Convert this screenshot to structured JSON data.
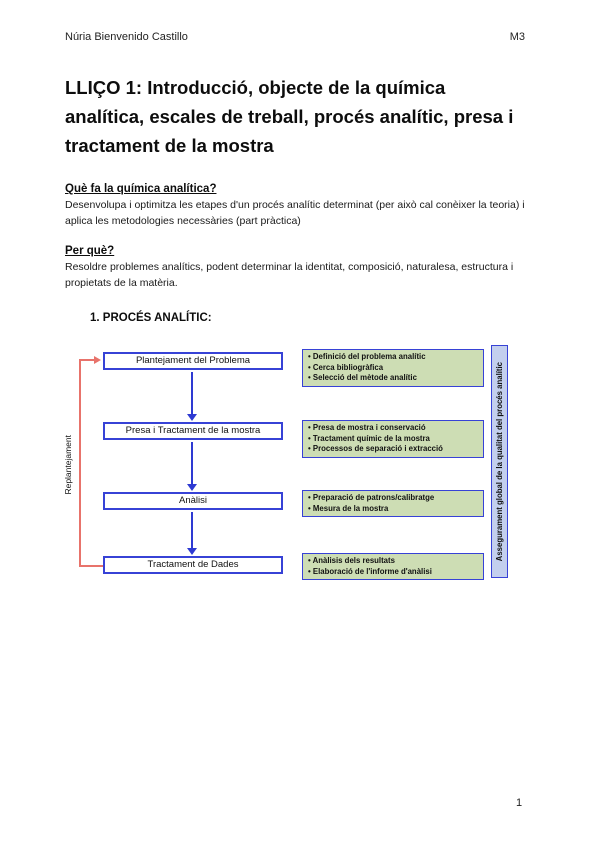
{
  "header": {
    "author": "Núria Bienvenido Castillo",
    "module": "M3"
  },
  "title": "LLIÇO 1: Introducció, objecte de la química analítica, escales de treball, procés analític, presa i tractament de la mostra",
  "sections": [
    {
      "heading": "Què fa la química analítica?",
      "body": "Desenvolupa i optimitza les etapes d'un procés analític determinat (per això cal conèixer la teoria) i aplica les metodologies necessàries (part pràctica)"
    },
    {
      "heading": "Per què?",
      "body": "Resoldre problemes analítics, podent determinar la identitat, composició, naturalesa, estructura i propietats de la matèria."
    }
  ],
  "list_heading": "1.  PROCÉS ANALÍTIC:",
  "diagram": {
    "feedback_label": "Replantejament",
    "quality_bar_label": "Assegurament global de la qualitat del procés analític",
    "steps": [
      {
        "box": "Plantejament del Problema",
        "details": [
          "Definició del problema analític",
          "Cerca bibliogràfica",
          "Selecció del mètode analític"
        ]
      },
      {
        "box": "Presa i Tractament de la mostra",
        "details": [
          "Presa de mostra i conservació",
          "Tractament químic de la mostra",
          "Processos de separació i extracció"
        ]
      },
      {
        "box": "Anàlisi",
        "details": [
          "Preparació de patrons/calibratge",
          "Mesura de la mostra"
        ]
      },
      {
        "box": "Tractament de Dades",
        "details": [
          "Anàlisis dels resultats",
          "Elaboració de l'informe d'anàlisi"
        ]
      }
    ],
    "colors": {
      "box_border": "#3742d6",
      "detail_fill": "#cdddb4",
      "quality_fill": "#c3cfee",
      "feedback_line": "#e8736b",
      "arrow": "#2e3ad2"
    }
  },
  "footer": {
    "page_number": "1"
  }
}
